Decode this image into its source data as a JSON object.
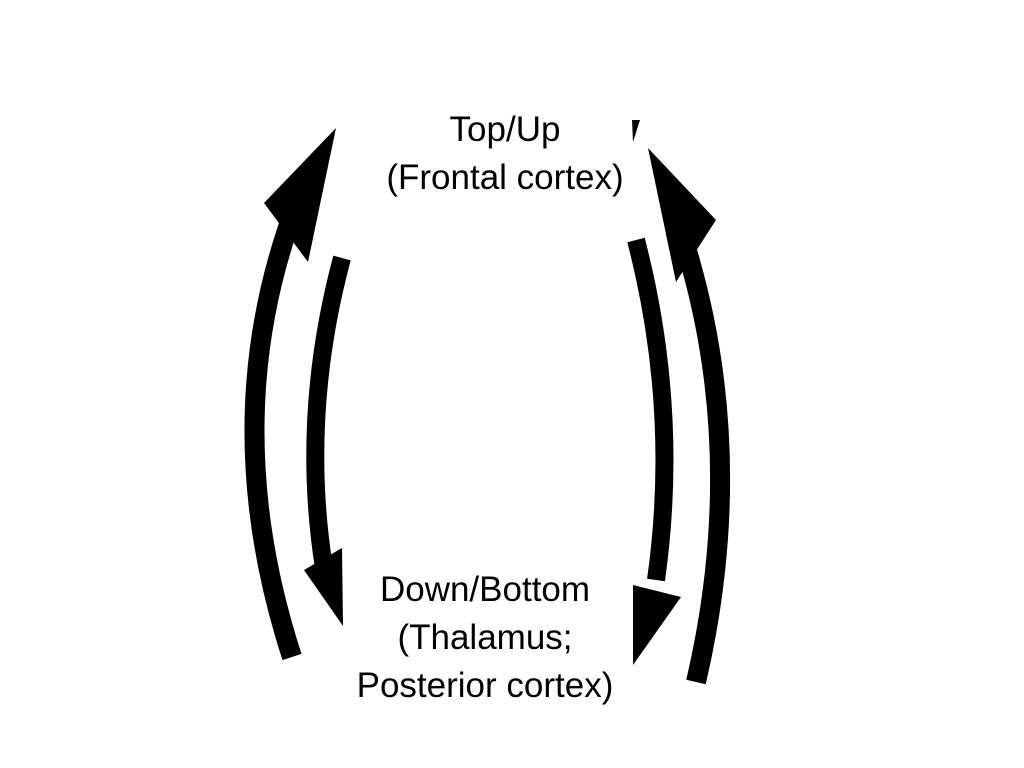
{
  "top_node": {
    "line1": "Top/Up",
    "line2": "(Frontal cortex)"
  },
  "bottom_node": {
    "line1": "Down/Bottom",
    "line2": "(Thalamus;",
    "line3": "Posterior cortex)"
  },
  "colors": {
    "arrow": "#000000",
    "text": "#000000",
    "background": "#ffffff"
  },
  "arrows": [
    {
      "name": "outer-left-upward-arrow-icon",
      "direction": "up"
    },
    {
      "name": "inner-left-downward-arrow-icon",
      "direction": "down"
    },
    {
      "name": "inner-right-downward-arrow-icon",
      "direction": "down"
    },
    {
      "name": "outer-right-upward-arrow-icon",
      "direction": "up"
    }
  ]
}
